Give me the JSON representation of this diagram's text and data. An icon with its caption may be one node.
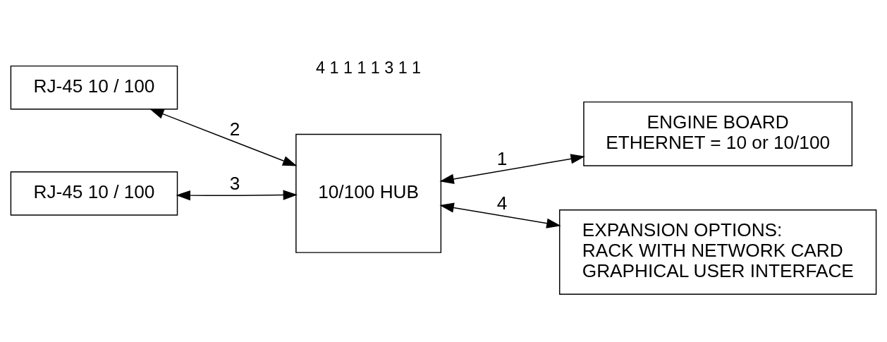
{
  "diagram": {
    "nodes": [
      {
        "text": [
          "RJ-45 10 / 100"
        ]
      },
      {
        "text": [
          "10/100 HUB"
        ]
      },
      {
        "text": [
          "ENGINE BOARD",
          "ETHERNET = 10 or 10/100"
        ]
      },
      {
        "text": [
          "RJ-45 10 / 100"
        ]
      },
      {
        "text": [
          "EXPANSION OPTIONS:",
          "RACK WITH NETWORK CARD",
          "GRAPHICAL USER INTERFACE"
        ]
      }
    ],
    "edges": [
      {
        "from": 0,
        "to": 1,
        "arrow": "both",
        "label": "2"
      },
      {
        "from": 1,
        "to": 2,
        "arrow": "both",
        "label": "1"
      },
      {
        "from": 1,
        "to": 4,
        "arrow": "both",
        "label": "4"
      },
      {
        "from": 3,
        "to": 1,
        "arrow": "both",
        "label": "3"
      }
    ],
    "labels": [
      "4 1 1 1 1 3 1 1"
    ]
  }
}
